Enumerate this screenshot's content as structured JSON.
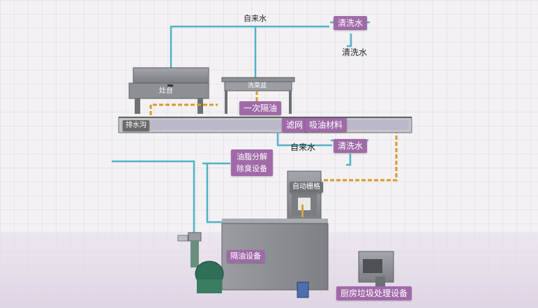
{
  "labels": {
    "tap_water_top": "自来水",
    "clean_water_tag_top": "清洗水",
    "clean_water_text": "清洗水",
    "stove": "灶台",
    "sink": "洗菜盆",
    "primary_oil_separation": "一次隔油",
    "drain_ditch": "排水沟",
    "filter_screen": "滤网",
    "oil_absorbing_material": "吸油材料",
    "tap_water_mid": "自来水",
    "clean_water_tag_mid": "清洗水",
    "grease_deodorizer": "油脂分解除臭设备",
    "auto_grille": "自动栅格",
    "oil_separator": "隔油设备",
    "kitchen_waste_equipment": "厨房垃圾处理设备"
  },
  "colors": {
    "tag_purple": "#a06aa8",
    "clean_pipe": "#4fb3c6",
    "waste_pipe": "#d89a2a",
    "equipment_gray": "#8e9196"
  }
}
